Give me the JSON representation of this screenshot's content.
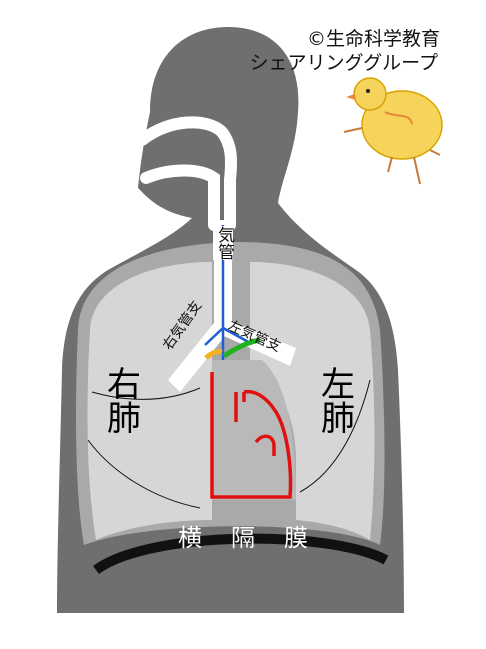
{
  "copyright": {
    "line1": "©生命科学教育",
    "line2": "シェアリンググループ"
  },
  "labels": {
    "trachea": "気管",
    "right_bronchus": "右気管支",
    "left_bronchus": "左気管支",
    "right_lung": "右肺",
    "left_lung": "左肺",
    "diaphragm": "横隔膜"
  },
  "colors": {
    "body": "#6f6f6f",
    "cavity": "#a9a9a9",
    "lung": "#d6d6d6",
    "heart": "#b9b9b9",
    "airway": "#1f5fd6",
    "heart_outline": "#e01010",
    "diaphragm": "#111111",
    "right_bronchus_highlight": "#f2b21e",
    "left_bronchus_highlight": "#1fb31f",
    "chick": "#f6d35a"
  },
  "icons": {
    "mascot": "chick-icon"
  }
}
